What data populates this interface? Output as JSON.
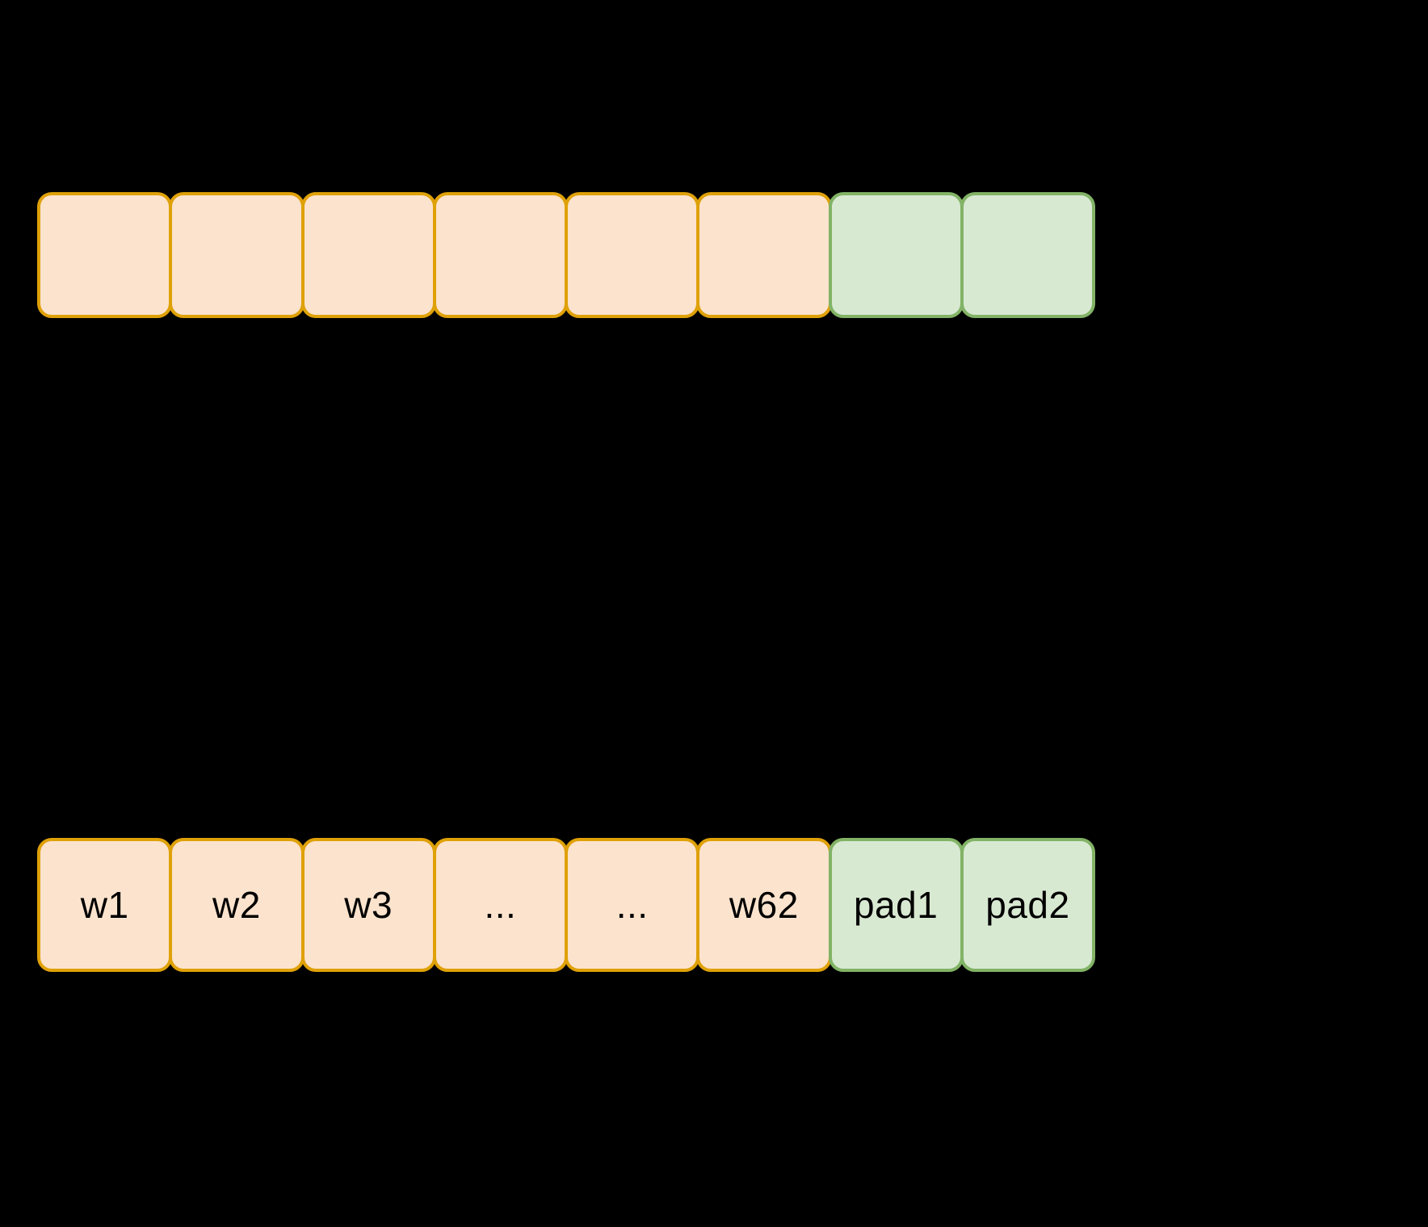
{
  "figure": {
    "background_color": "#000000",
    "description": "Two rows of rounded token boxes representing a padded token sequence"
  },
  "palette": {
    "word_fill": "#fce3cd",
    "word_stroke": "#dfa108",
    "pad_fill": "#d8e9d2",
    "pad_stroke": "#82b366",
    "text_color": "#000000"
  },
  "rows": [
    {
      "id": "top-row",
      "name": "unlabeled-token-row",
      "cells": [
        {
          "label": "",
          "kind": "word"
        },
        {
          "label": "",
          "kind": "word"
        },
        {
          "label": "",
          "kind": "word"
        },
        {
          "label": "",
          "kind": "word"
        },
        {
          "label": "",
          "kind": "word"
        },
        {
          "label": "",
          "kind": "word"
        },
        {
          "label": "",
          "kind": "pad"
        },
        {
          "label": "",
          "kind": "pad"
        }
      ]
    },
    {
      "id": "bottom-row",
      "name": "labeled-token-row",
      "cells": [
        {
          "label": "w1",
          "kind": "word"
        },
        {
          "label": "w2",
          "kind": "word"
        },
        {
          "label": "w3",
          "kind": "word"
        },
        {
          "label": "...",
          "kind": "word"
        },
        {
          "label": "...",
          "kind": "word"
        },
        {
          "label": "w62",
          "kind": "word"
        },
        {
          "label": "pad1",
          "kind": "pad"
        },
        {
          "label": "pad2",
          "kind": "pad"
        }
      ]
    }
  ]
}
